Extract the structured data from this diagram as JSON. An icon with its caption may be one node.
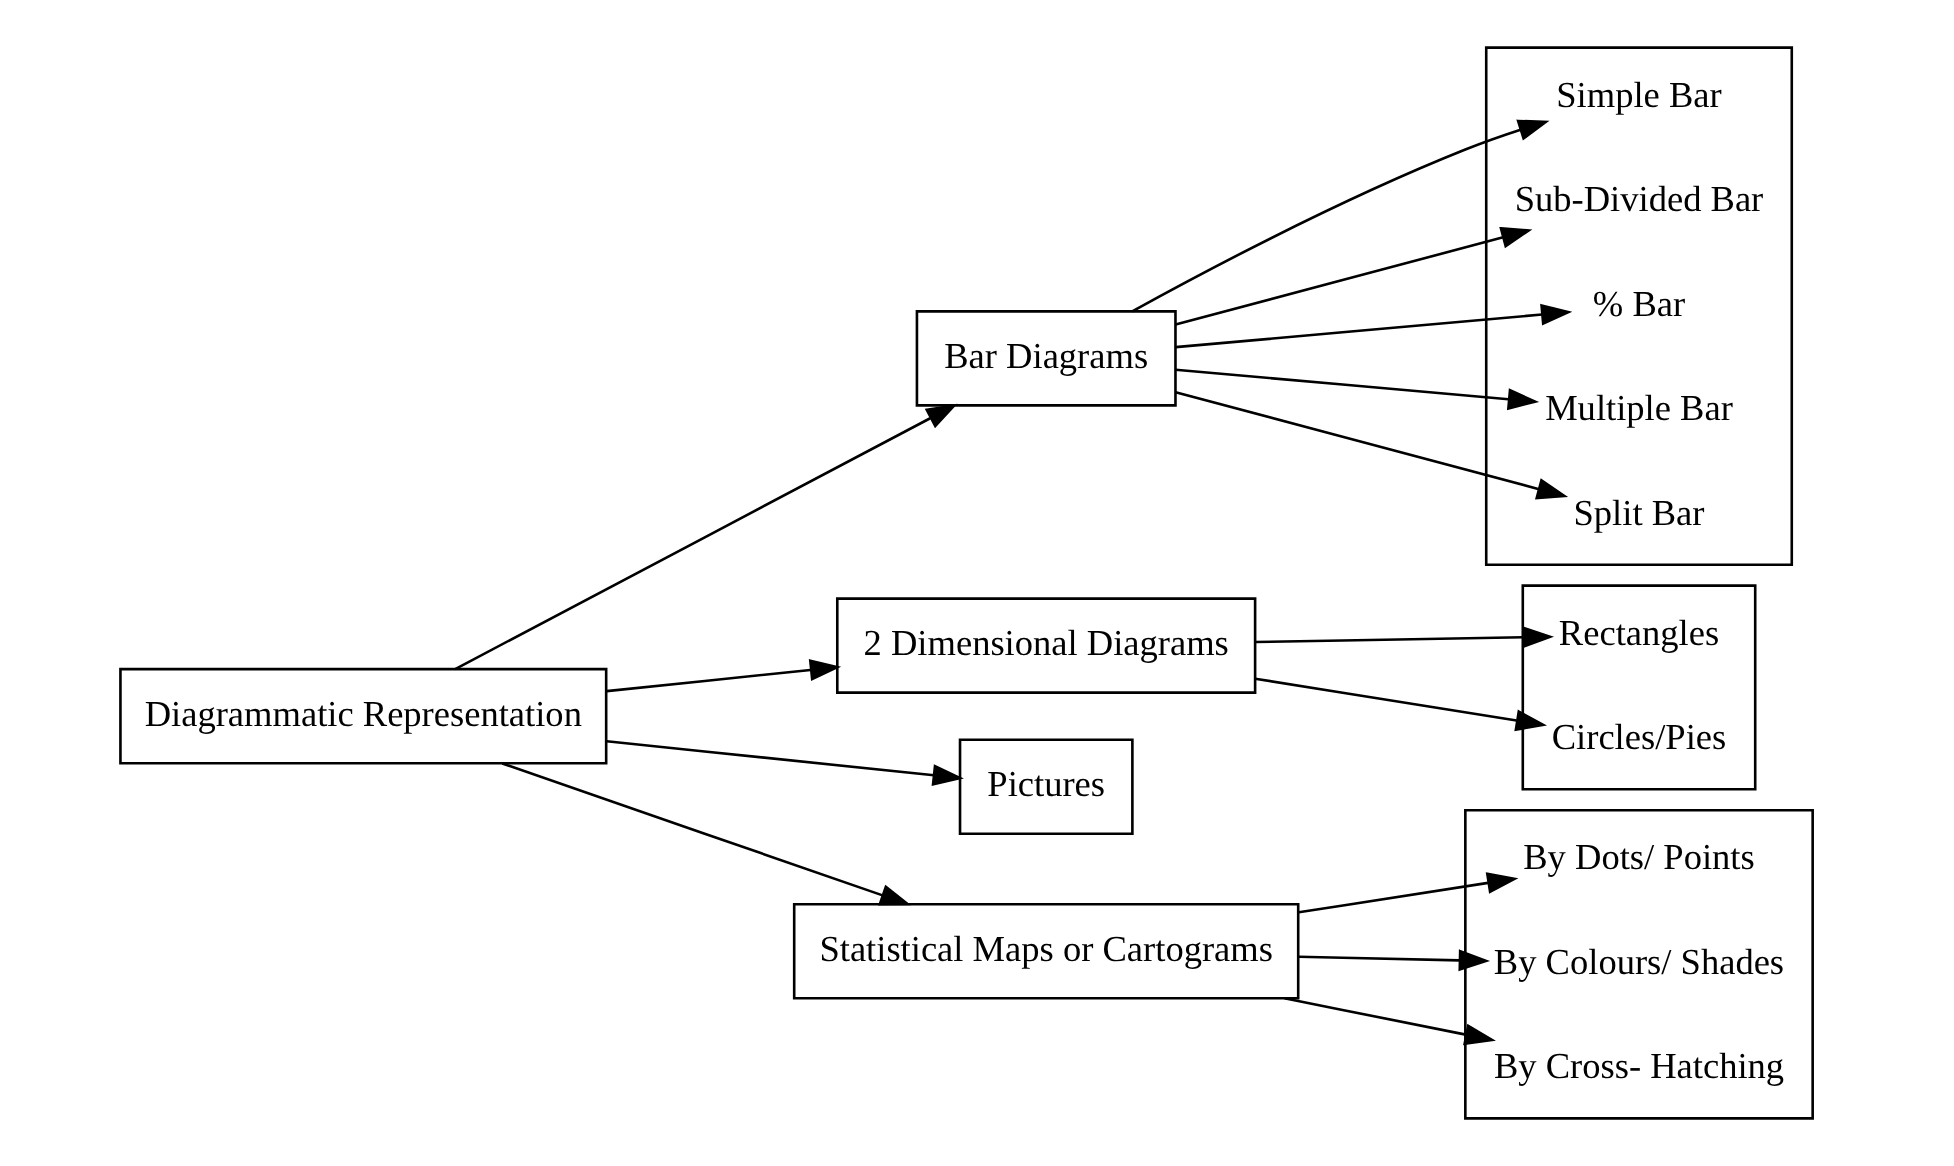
{
  "diagram": {
    "nodes": [
      {
        "text": [
          "Diagrammatic Representation"
        ]
      },
      {
        "text": [
          "Bar Diagrams"
        ]
      },
      {
        "text": [],
        "shape": "box"
      },
      {
        "text": [
          "Simple Bar"
        ],
        "in": 2
      },
      {
        "text": [
          "Sub-Divided Bar"
        ],
        "in": 2
      },
      {
        "text": [
          "% Bar"
        ],
        "in": 2
      },
      {
        "text": [
          "Multiple Bar"
        ],
        "in": 2
      },
      {
        "text": [
          "Split Bar"
        ],
        "in": 2
      },
      {
        "text": [
          "2 Dimensional Diagrams"
        ]
      },
      {
        "text": [],
        "shape": "box"
      },
      {
        "text": [
          "Rectangles"
        ],
        "in": 9
      },
      {
        "text": [
          "Circles/Pies"
        ],
        "in": 9
      },
      {
        "text": [
          "Pictures"
        ]
      },
      {
        "text": [
          "Statistical Maps or Cartograms"
        ]
      },
      {
        "text": [],
        "shape": "box"
      },
      {
        "text": [
          "By Dots/ Points"
        ],
        "in": 14
      },
      {
        "text": [
          "By Colours/ Shades"
        ],
        "in": 14
      },
      {
        "text": [
          "By Cross- Hatching"
        ],
        "in": 14
      }
    ],
    "edges": [
      {
        "from": 0,
        "to": 1,
        "arrow": "to"
      },
      {
        "from": 0,
        "to": 8,
        "arrow": "to"
      },
      {
        "from": 0,
        "to": 12,
        "arrow": "to"
      },
      {
        "from": 0,
        "to": 13,
        "arrow": "to"
      },
      {
        "from": 1,
        "to": 3,
        "arrow": "to"
      },
      {
        "from": 1,
        "to": 4,
        "arrow": "to"
      },
      {
        "from": 1,
        "to": 5,
        "arrow": "to"
      },
      {
        "from": 1,
        "to": 6,
        "arrow": "to"
      },
      {
        "from": 1,
        "to": 7,
        "arrow": "to"
      },
      {
        "from": 8,
        "to": 10,
        "arrow": "to"
      },
      {
        "from": 8,
        "to": 11,
        "arrow": "to"
      },
      {
        "from": 13,
        "to": 15,
        "arrow": "to"
      },
      {
        "from": 13,
        "to": 16,
        "arrow": "to"
      },
      {
        "from": 13,
        "to": 17,
        "arrow": "to"
      }
    ]
  }
}
